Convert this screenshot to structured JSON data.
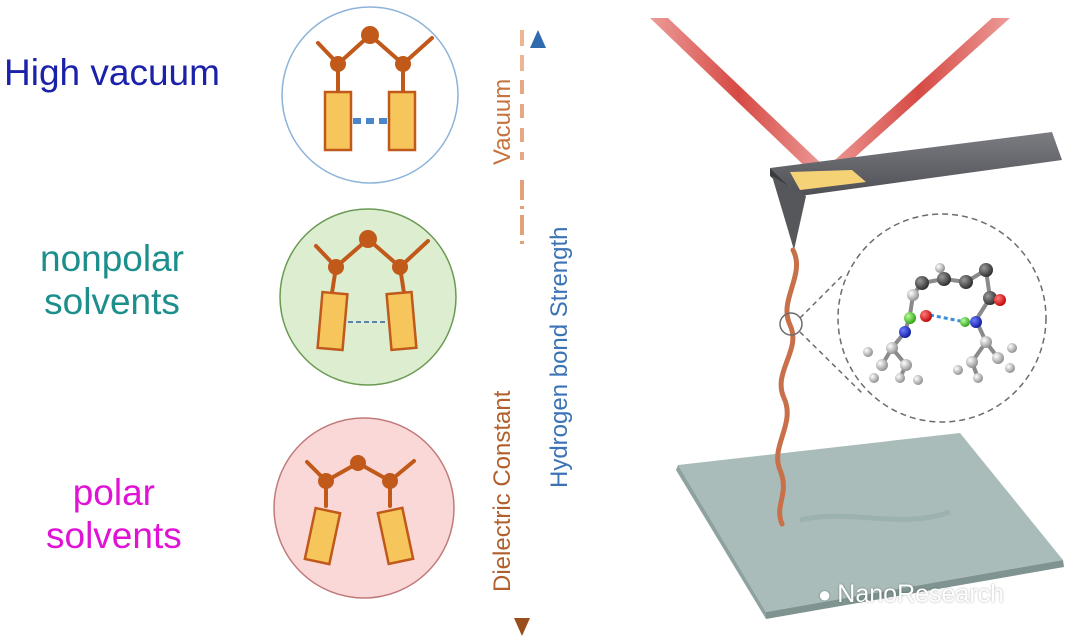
{
  "labels": {
    "high_vacuum": "High vacuum",
    "nonpolar": [
      "nonpolar",
      "solvents"
    ],
    "polar": [
      "polar",
      "solvents"
    ]
  },
  "axes": {
    "vacuum": "Vacuum",
    "dielectric": "Dielectric Constant",
    "hbond": "Hydrogen bond Strength"
  },
  "watermark": "NanoResearch",
  "colors": {
    "vacuum_label": "#1b21a8",
    "nonpolar_label": "#1c8f8c",
    "polar_label": "#e012d6",
    "hbond_arrow": "#3b73b6",
    "dielectric_arrow": "#b1602d",
    "molecule": "#c0591a",
    "block_fill": "#f6c55b",
    "laser": "#d9342b",
    "substrate": "#9fb5b1"
  }
}
